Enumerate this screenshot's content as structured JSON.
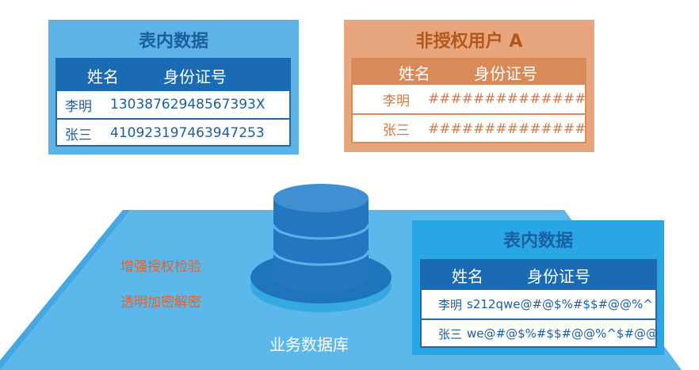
{
  "colors": {
    "platform_top": "#5cb7ea",
    "platform_face": "#43a7e2",
    "blue_header": "#1a6ab4",
    "orange_card": "#e7a67e",
    "orange_header": "#d98a59",
    "feature_text": "#e8622a"
  },
  "table_raw": {
    "title": "表内数据",
    "columns": [
      "姓名",
      "身份证号"
    ],
    "rows": [
      {
        "name": "李明",
        "id": "13038762948567393X"
      },
      {
        "name": "张三",
        "id": "410923197463947253"
      }
    ]
  },
  "table_unauth": {
    "title": "非授权用户 A",
    "columns": [
      "姓名",
      "身份证号"
    ],
    "rows": [
      {
        "name": "李明",
        "id": "##############"
      },
      {
        "name": "张三",
        "id": "##############"
      }
    ]
  },
  "table_encrypted": {
    "title": "表内数据",
    "columns": [
      "姓名",
      "身份证号"
    ],
    "rows": [
      {
        "name": "李明",
        "id": "s212qwe@#@$%#$$#@@%^"
      },
      {
        "name": "张三",
        "id": "we@#@$%#$$#@@%^$#@@"
      }
    ]
  },
  "features": [
    "增强授权检验",
    "透明加密解密"
  ],
  "database": {
    "label": "业务数据库",
    "icon": "database-icon"
  }
}
